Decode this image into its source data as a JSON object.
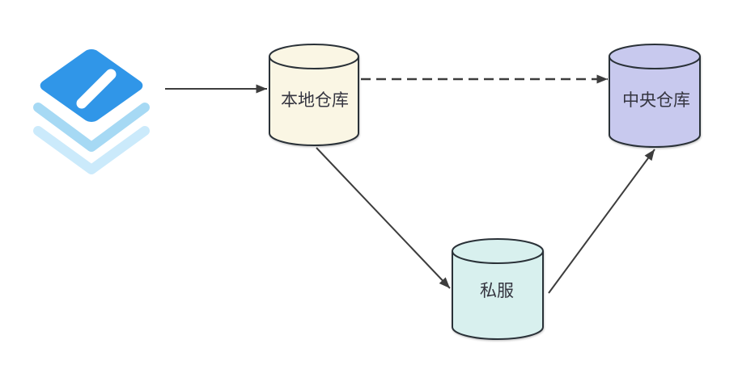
{
  "diagram": {
    "background": "#ffffff",
    "stroke_color": "#2c3039",
    "arrow_color": "#3d3d3d",
    "text_color": "#35353f",
    "icon": {
      "name": "layers-stack-icon",
      "top_color": "#3096e8",
      "middle_color": "#a6d9f4",
      "bottom_color": "#cbeafb",
      "slash_color": "#ffffff"
    },
    "nodes": {
      "local": {
        "label": "本地仓库",
        "shape": "cylinder",
        "fill": "#faf6e4"
      },
      "central": {
        "label": "中央仓库",
        "shape": "cylinder",
        "fill": "#c8c9ee"
      },
      "private": {
        "label": "私服",
        "shape": "cylinder",
        "fill": "#d8f0ee"
      }
    },
    "edges": {
      "source_to_local": {
        "from": "layers-stack-icon",
        "to": "本地仓库",
        "style": "solid"
      },
      "local_to_central": {
        "from": "本地仓库",
        "to": "中央仓库",
        "style": "dashed"
      },
      "local_to_private": {
        "from": "本地仓库",
        "to": "私服",
        "style": "solid"
      },
      "private_to_central": {
        "from": "私服",
        "to": "中央仓库",
        "style": "solid"
      }
    }
  }
}
